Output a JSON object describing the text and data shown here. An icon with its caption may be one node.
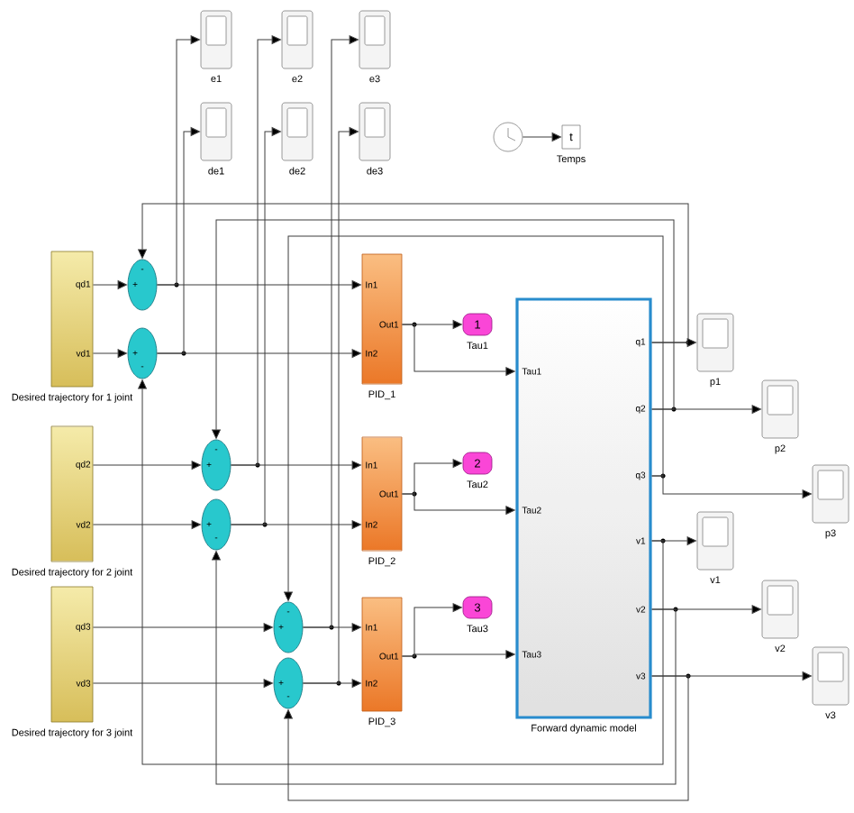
{
  "diagram": {
    "nodes": [
      {
        "text": [],
        "shape": "box",
        "beside": [
          "e1"
        ]
      },
      {
        "text": [],
        "shape": "box",
        "beside": [
          "e2"
        ]
      },
      {
        "text": [],
        "shape": "box",
        "beside": [
          "e3"
        ]
      },
      {
        "text": [],
        "shape": "box",
        "beside": [
          "de1"
        ]
      },
      {
        "text": [],
        "shape": "box",
        "beside": [
          "de2"
        ]
      },
      {
        "text": [],
        "shape": "box",
        "beside": [
          "de3"
        ]
      },
      {
        "text": [],
        "shape": "circle"
      },
      {
        "text": [
          "t"
        ],
        "beside": [
          "Temps"
        ]
      },
      {
        "text": [
          "qd1",
          "vd1"
        ],
        "beside": [
          "Desired trajectory for 1 joint"
        ]
      },
      {
        "text": [
          "+",
          "-"
        ]
      },
      {
        "text": [
          "+",
          "-"
        ]
      },
      {
        "text": [
          "In1",
          "In2",
          "Out1"
        ],
        "beside": [
          "PID_1"
        ]
      },
      {
        "text": [
          "1"
        ],
        "beside": [
          "Tau1"
        ]
      },
      {
        "text": [
          "Tau1",
          "Tau2",
          "Tau3",
          "q1",
          "q2",
          "q3",
          "v1",
          "v2",
          "v3"
        ],
        "beside": [
          "Forward dynamic model"
        ]
      },
      {
        "text": [
          "qd2",
          "vd2"
        ],
        "beside": [
          "Desired trajectory for 2 joint"
        ]
      },
      {
        "text": [
          "+",
          "-"
        ]
      },
      {
        "text": [
          "+",
          "-"
        ]
      },
      {
        "text": [
          "In1",
          "In2",
          "Out1"
        ],
        "beside": [
          "PID_2"
        ]
      },
      {
        "text": [
          "2"
        ],
        "beside": [
          "Tau2"
        ]
      },
      {
        "text": [
          "qd3",
          "vd3"
        ],
        "beside": [
          "Desired trajectory for 3 joint"
        ]
      },
      {
        "text": [
          "+",
          "-"
        ]
      },
      {
        "text": [
          "+",
          "-"
        ]
      },
      {
        "text": [
          "In1",
          "In2",
          "Out1"
        ],
        "beside": [
          "PID_3"
        ]
      },
      {
        "text": [
          "3"
        ],
        "beside": [
          "Tau3"
        ]
      },
      {
        "text": [],
        "shape": "box",
        "beside": [
          "p1"
        ]
      },
      {
        "text": [],
        "shape": "box",
        "beside": [
          "p2"
        ]
      },
      {
        "text": [],
        "shape": "box",
        "beside": [
          "p3"
        ]
      },
      {
        "text": [],
        "shape": "box",
        "beside": [
          "v1"
        ]
      },
      {
        "text": [],
        "shape": "box",
        "beside": [
          "v2"
        ]
      },
      {
        "text": [],
        "shape": "box",
        "beside": [
          "v3"
        ]
      }
    ],
    "edges": [
      {
        "from": 6,
        "to": 7,
        "arrow": "to"
      },
      {
        "from": 8,
        "to": 9,
        "arrow": "to"
      },
      {
        "from": 8,
        "to": 10,
        "arrow": "to"
      },
      {
        "from": 9,
        "to": 11,
        "arrow": "to"
      },
      {
        "from": 10,
        "to": 11,
        "arrow": "to"
      },
      {
        "from": 11,
        "to": 12,
        "arrow": "to"
      },
      {
        "from": 11,
        "to": 13,
        "arrow": "to"
      },
      {
        "from": 9,
        "to": 0,
        "arrow": "to"
      },
      {
        "from": 10,
        "to": 3,
        "arrow": "to"
      },
      {
        "from": 13,
        "to": 9,
        "arrow": "to"
      },
      {
        "from": 13,
        "to": 10,
        "arrow": "to"
      },
      {
        "from": 14,
        "to": 15,
        "arrow": "to"
      },
      {
        "from": 14,
        "to": 16,
        "arrow": "to"
      },
      {
        "from": 15,
        "to": 17,
        "arrow": "to"
      },
      {
        "from": 16,
        "to": 17,
        "arrow": "to"
      },
      {
        "from": 17,
        "to": 18,
        "arrow": "to"
      },
      {
        "from": 17,
        "to": 13,
        "arrow": "to"
      },
      {
        "from": 15,
        "to": 1,
        "arrow": "to"
      },
      {
        "from": 16,
        "to": 4,
        "arrow": "to"
      },
      {
        "from": 13,
        "to": 15,
        "arrow": "to"
      },
      {
        "from": 13,
        "to": 16,
        "arrow": "to"
      },
      {
        "from": 19,
        "to": 20,
        "arrow": "to"
      },
      {
        "from": 19,
        "to": 21,
        "arrow": "to"
      },
      {
        "from": 20,
        "to": 22,
        "arrow": "to"
      },
      {
        "from": 21,
        "to": 22,
        "arrow": "to"
      },
      {
        "from": 22,
        "to": 23,
        "arrow": "to"
      },
      {
        "from": 22,
        "to": 13,
        "arrow": "to"
      },
      {
        "from": 20,
        "to": 2,
        "arrow": "to"
      },
      {
        "from": 21,
        "to": 5,
        "arrow": "to"
      },
      {
        "from": 13,
        "to": 20,
        "arrow": "to"
      },
      {
        "from": 13,
        "to": 21,
        "arrow": "to"
      },
      {
        "from": 13,
        "to": 24,
        "arrow": "to"
      },
      {
        "from": 13,
        "to": 25,
        "arrow": "to"
      },
      {
        "from": 13,
        "to": 26,
        "arrow": "to"
      },
      {
        "from": 13,
        "to": 27,
        "arrow": "to"
      },
      {
        "from": 13,
        "to": 28,
        "arrow": "to"
      },
      {
        "from": 13,
        "to": 29,
        "arrow": "to"
      }
    ]
  }
}
